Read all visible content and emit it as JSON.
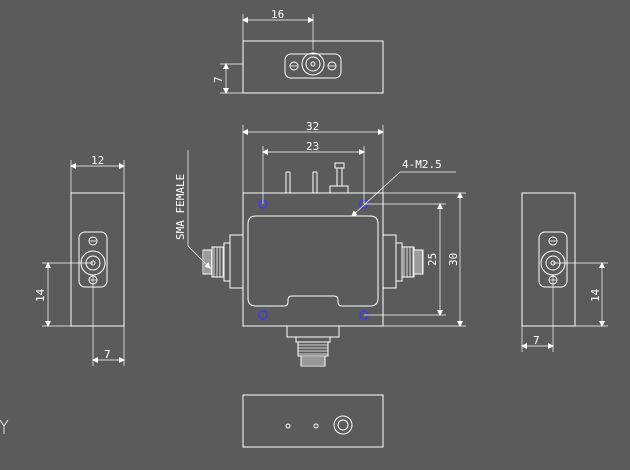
{
  "labels": {
    "top_width": "16",
    "top_height": "7",
    "front_width": "32",
    "front_spacing": "23",
    "mount_holes": "4-M2.5",
    "connector": "SMA FEMALE",
    "height_inner": "25",
    "height_outer": "30",
    "left_width": "12",
    "left_height": "14",
    "left_offset": "7",
    "right_height": "14",
    "right_offset": "7"
  }
}
